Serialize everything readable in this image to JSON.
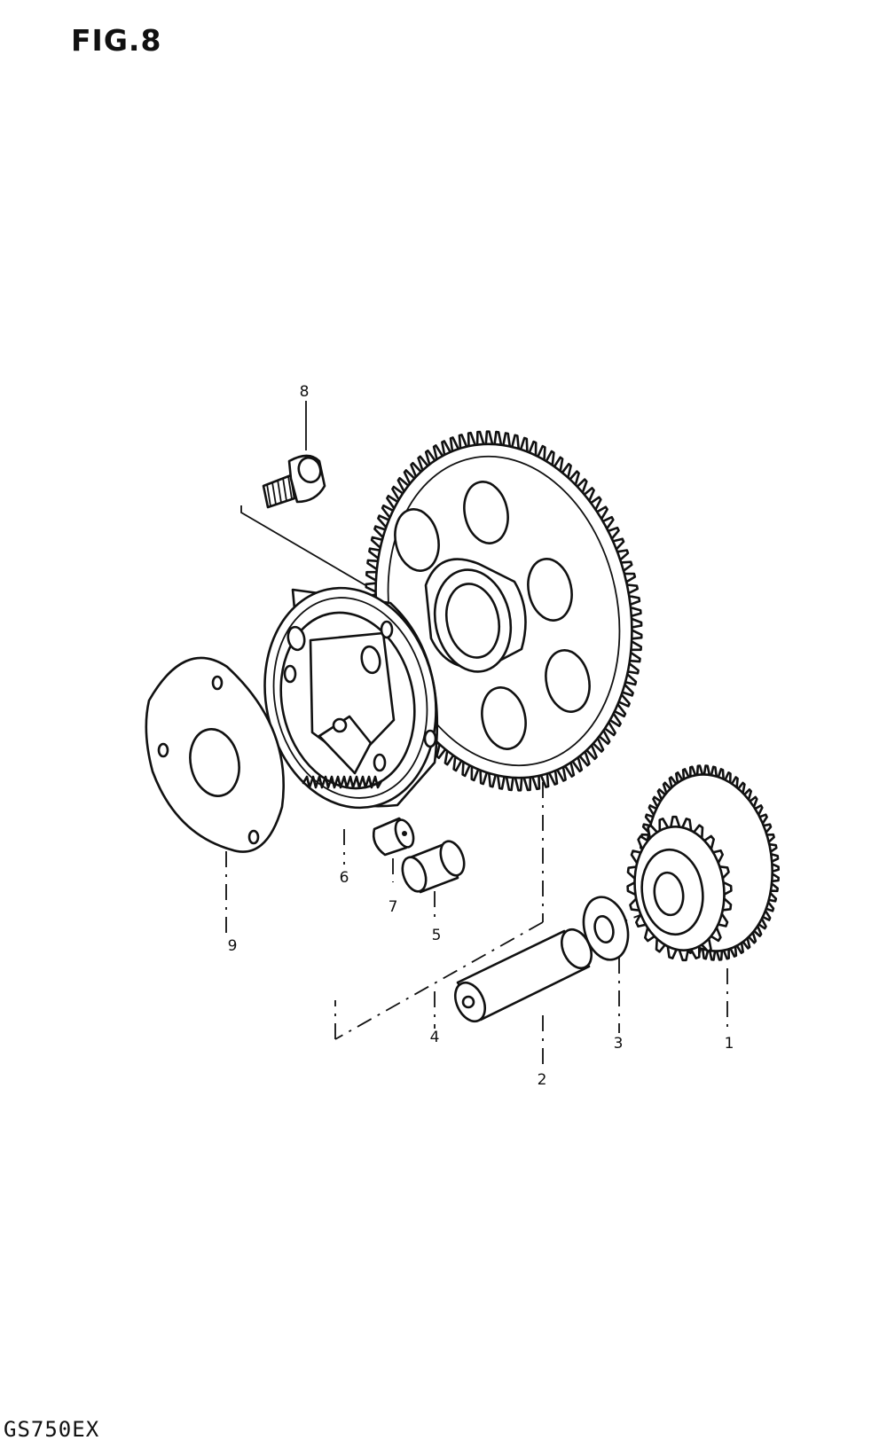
{
  "header": {
    "figure_label": "FIG.8"
  },
  "footer": {
    "model_code": "GS750EX"
  },
  "callouts": [
    "8",
    "6",
    "7",
    "5",
    "9",
    "4",
    "2",
    "3",
    "1"
  ]
}
